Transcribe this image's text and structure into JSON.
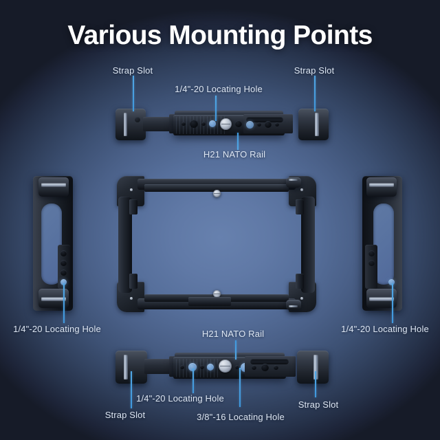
{
  "page": {
    "title": "Various Mounting Points",
    "background_dark": "#161b28",
    "background_light": "#6781ae",
    "leader_color": "#3f97dd",
    "label_color": "#dde6f3",
    "title_color": "#ffffff"
  },
  "views": {
    "top": {
      "name": "top-view",
      "callouts": [
        {
          "id": "top-strap-left",
          "text": "Strap Slot"
        },
        {
          "id": "top-quarter",
          "text": "1/4\"-20 Locating Hole"
        },
        {
          "id": "top-strap-right",
          "text": "Strap Slot"
        },
        {
          "id": "top-nato",
          "text": "H21 NATO Rail"
        }
      ]
    },
    "left": {
      "name": "left-side-view",
      "callouts": [
        {
          "id": "left-quarter",
          "text": "1/4\"-20 Locating Hole"
        }
      ]
    },
    "center": {
      "name": "center-cage-view",
      "callouts": []
    },
    "right": {
      "name": "right-side-view",
      "callouts": [
        {
          "id": "right-quarter",
          "text": "1/4\"-20 Locating Hole"
        }
      ]
    },
    "bottom": {
      "name": "bottom-view",
      "callouts": [
        {
          "id": "bot-nato",
          "text": "H21 NATO Rail"
        },
        {
          "id": "bot-quarter",
          "text": "1/4\"-20 Locating Hole"
        },
        {
          "id": "bot-strap-left",
          "text": "Strap Slot"
        },
        {
          "id": "bot-threeeight",
          "text": "3/8\"-16  Locating Hole"
        },
        {
          "id": "bot-strap-right",
          "text": "Strap Slot"
        }
      ]
    }
  }
}
